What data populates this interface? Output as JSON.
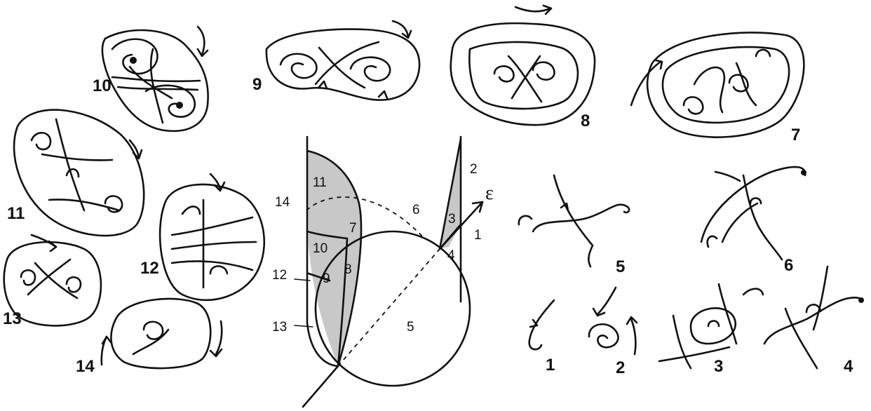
{
  "diagram": {
    "parameter_symbol": "ε",
    "region_labels": [
      "1",
      "2",
      "3",
      "4",
      "5",
      "6",
      "7",
      "8",
      "9",
      "10",
      "11",
      "12",
      "13",
      "14"
    ],
    "portrait_labels": [
      "1",
      "2",
      "3",
      "4",
      "5",
      "6",
      "7",
      "8",
      "9",
      "10",
      "11",
      "12",
      "13",
      "14"
    ]
  }
}
